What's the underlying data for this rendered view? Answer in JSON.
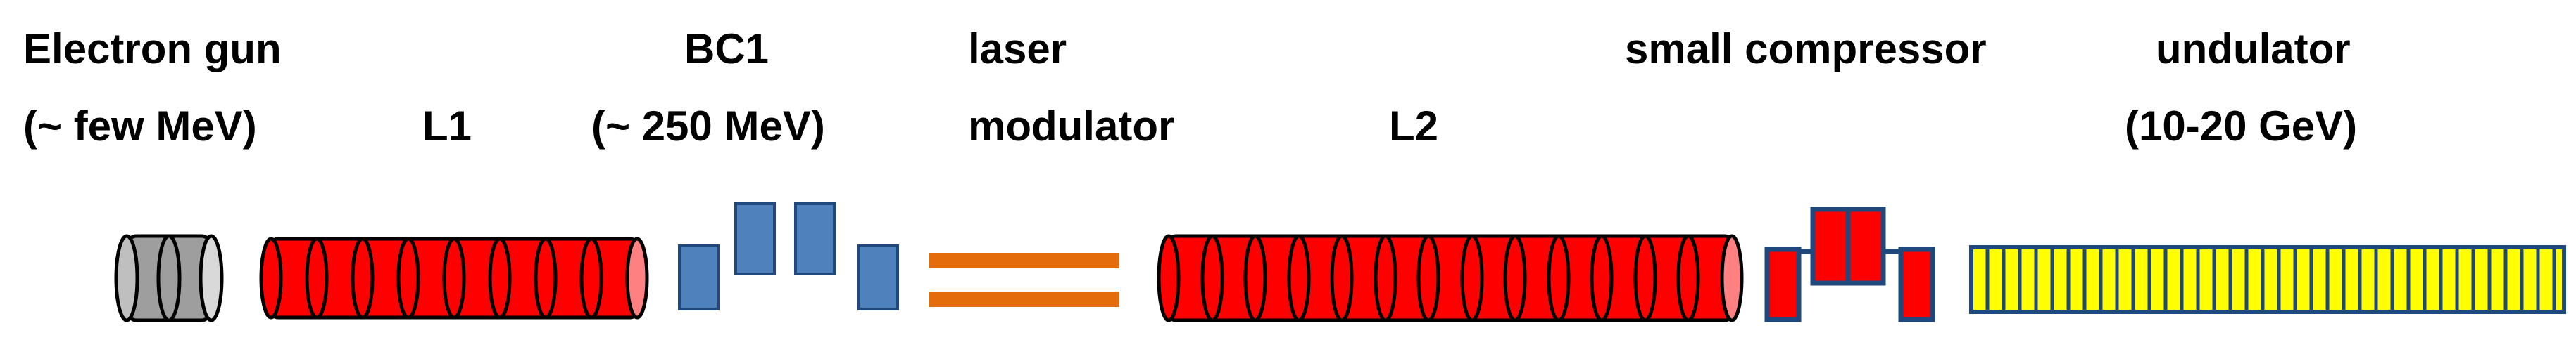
{
  "labels": {
    "electron_gun_line1": "Electron gun",
    "electron_gun_line2": "(~ few MeV)",
    "l1": "L1",
    "bc1_line1": "BC1",
    "bc1_line2": "(~ 250 MeV)",
    "laser_line1": "laser",
    "laser_line2": "modulator",
    "l2": "L2",
    "small_compressor": "small compressor",
    "undulator_line1": "undulator",
    "undulator_line2": "(10-20 GeV)"
  },
  "components": [
    {
      "name": "electron gun",
      "color": "#9e9e9e",
      "segments": 2
    },
    {
      "name": "L1",
      "color": "#ff0000",
      "segments": 8
    },
    {
      "name": "BC1",
      "color": "#4f81bd",
      "magnets": 4
    },
    {
      "name": "laser modulator",
      "color": "#e46c0a",
      "bars": 2
    },
    {
      "name": "L2",
      "color": "#ff0000",
      "segments": 13
    },
    {
      "name": "small compressor",
      "magnet_color": "#ff0000",
      "border_color": "#1f497d",
      "magnets": 4
    },
    {
      "name": "undulator",
      "color": "#ffff00",
      "border_color": "#1f497d",
      "periods": 36
    }
  ]
}
